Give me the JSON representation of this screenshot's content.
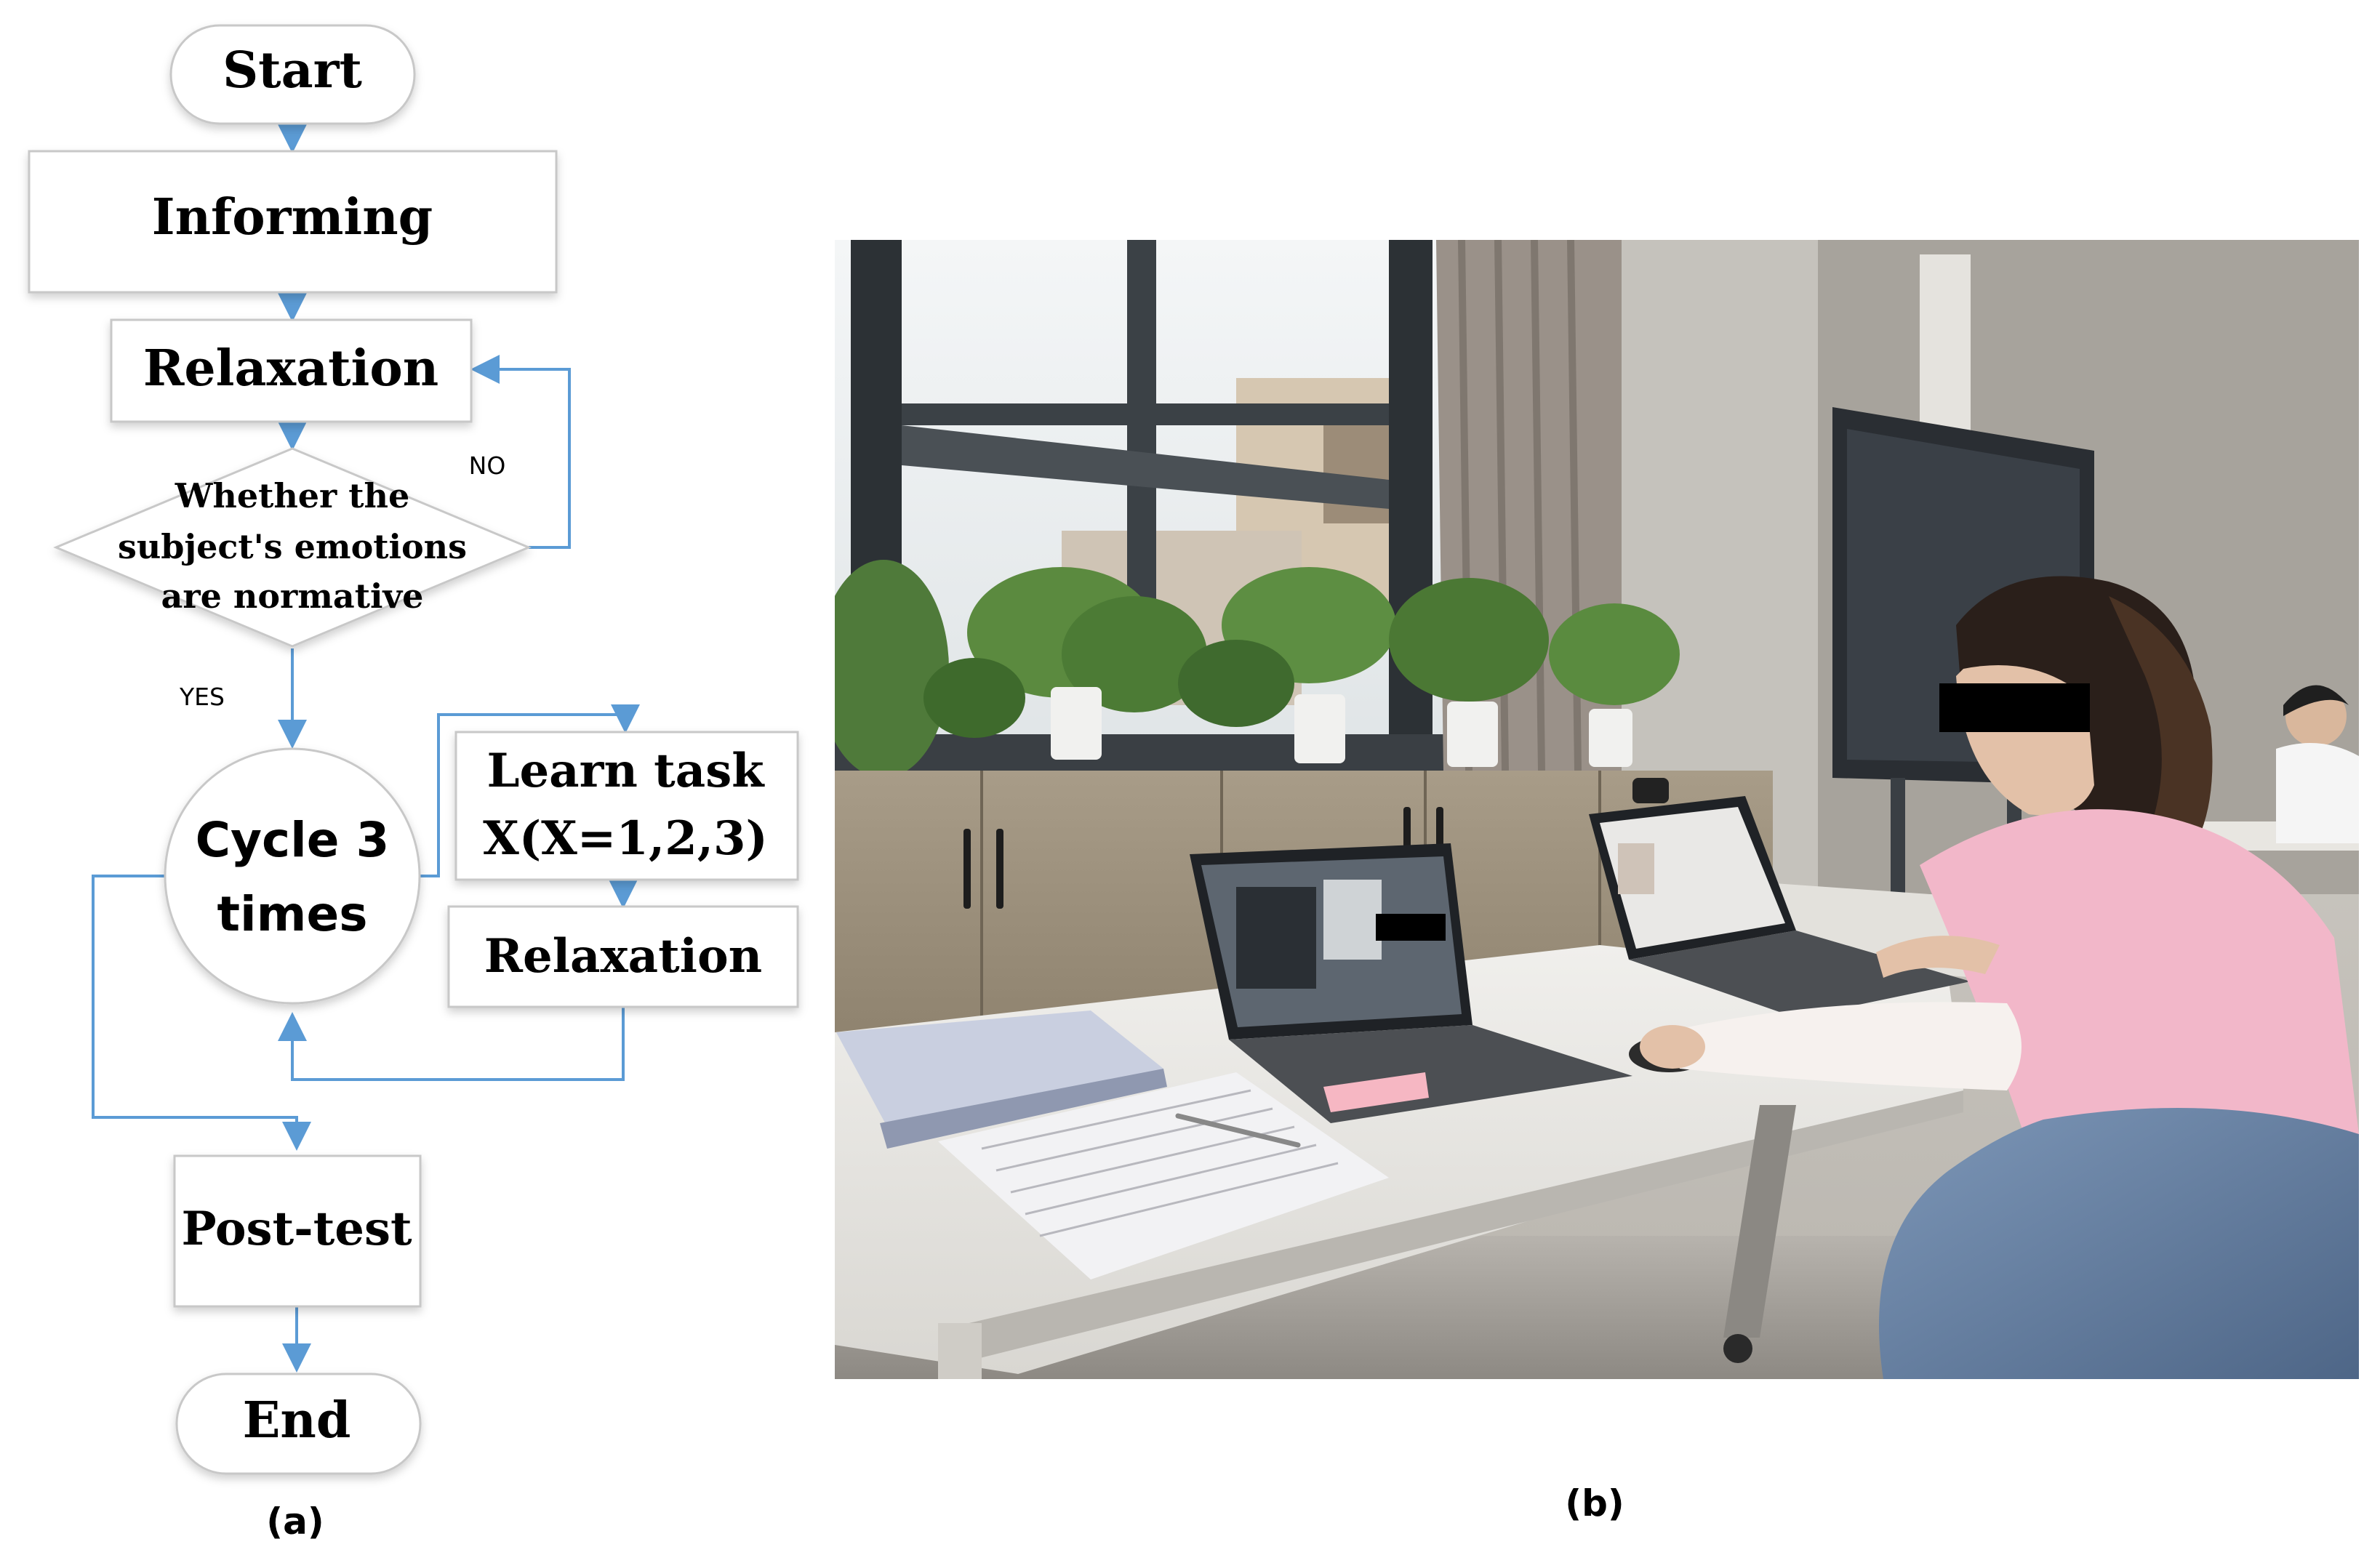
{
  "flowchart": {
    "start": "Start",
    "informing": "Informing",
    "relaxation_1": "Relaxation",
    "decision": [
      "Whether the",
      "subject's emotions",
      "are normative"
    ],
    "no_label": "NO",
    "yes_label": "YES",
    "cycle": [
      "Cycle 3",
      "times"
    ],
    "learn_task": [
      "Learn task",
      "X(X=1,2,3)"
    ],
    "relaxation_2": "Relaxation",
    "post_test": "Post-test",
    "end": "End"
  },
  "captions": {
    "a": "(a)",
    "b": "(b)"
  },
  "colors": {
    "edge": "#5b9bd5",
    "box_border": "#c8c8c8",
    "censor": "#000000"
  }
}
